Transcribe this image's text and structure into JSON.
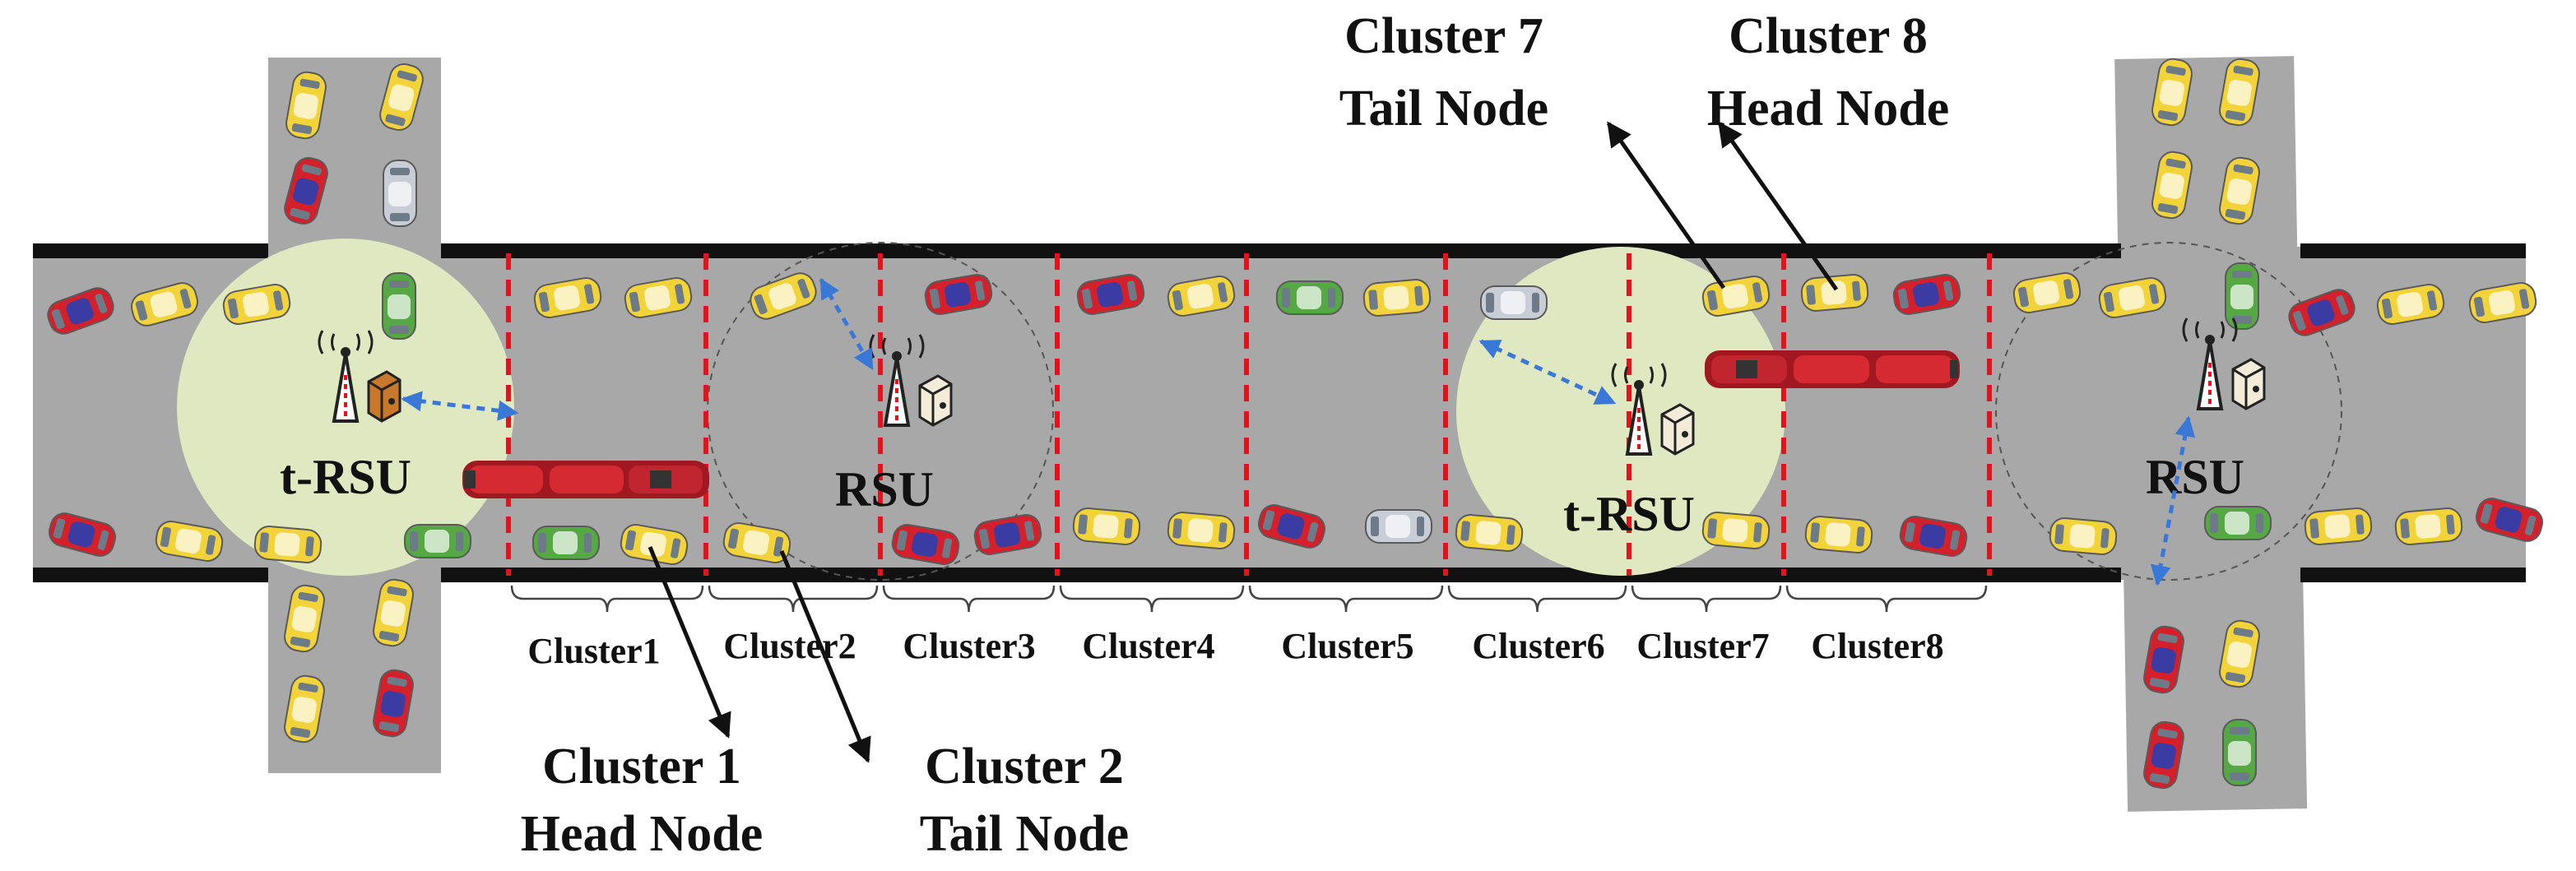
{
  "rsu_units": [
    {
      "label": "t-RSU",
      "box_color": "#c8782a"
    },
    {
      "label": "RSU",
      "box_color": "#f3ecd8"
    },
    {
      "label": "t-RSU",
      "box_color": "#f3ecd8"
    },
    {
      "label": "RSU",
      "box_color": "#f3ecd8"
    }
  ],
  "clusters": [
    "Cluster1",
    "Cluster2",
    "Cluster3",
    "Cluster4",
    "Cluster5",
    "Cluster6",
    "Cluster7",
    "Cluster8"
  ],
  "callouts": [
    {
      "line1": "Cluster 1",
      "line2": "Head Node"
    },
    {
      "line1": "Cluster 2",
      "line2": "Tail Node"
    },
    {
      "line1": "Cluster 7",
      "line2": "Tail Node"
    },
    {
      "line1": "Cluster 8",
      "line2": "Head Node"
    }
  ],
  "colors": {
    "road": "#a8a8a8",
    "road_edge": "#111111",
    "coverage": "#dfe8c0",
    "divider": "#e3121b",
    "link_arrow": "#3a78d8",
    "car_yellow": "#f2d43a",
    "car_red": "#d3202a",
    "car_green": "#56a845",
    "car_silver": "#c9ced6",
    "bus": "#c5202a"
  }
}
